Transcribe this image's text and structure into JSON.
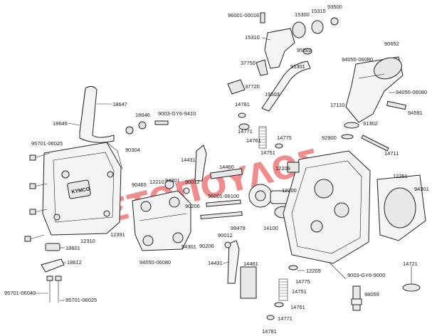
{
  "watermark": "ΚΟΣΤΟΠΟΥΛΟΣ",
  "logo_text": "KYMCO",
  "colors": {
    "watermark": "#e53030",
    "line": "#222222",
    "background": "#ffffff"
  },
  "labels": {
    "l96001_00016": "96001-00016",
    "l15300": "15300",
    "l15315": "15315",
    "l93500": "93500",
    "l15310": "15310",
    "l95002": "95002",
    "l90652": "90652",
    "l94050_06080a": "94050-06080",
    "l37750": "37750",
    "l91301": "91301",
    "l37720": "37720",
    "l19503": "19503",
    "l94050_06080b": "94050-06080",
    "l18647": "18647",
    "l17110": "17110",
    "l94591": "94591",
    "l18646": "18646",
    "l18645": "18645",
    "l9003_gy6_9410": "9003-GY6-9410",
    "l14781a": "14781",
    "l14771a": "14771",
    "l14761a": "14761",
    "l14775a": "14775",
    "l14751a": "14751",
    "l91302": "91302",
    "l92900": "92900",
    "l95701_06025a": "95701-06025",
    "l90304": "90304",
    "l14431a": "14431",
    "l14460": "14460",
    "l12209a": "12209",
    "l14711": "14711",
    "l12251": "12251",
    "l12210": "12210",
    "l94301a": "94301",
    "l90465": "90465",
    "l90012a": "90012",
    "l90206": "90206",
    "l96001_06100": "96001-06100",
    "l12200": "12200",
    "l94301b": "94301",
    "l99478": "99478",
    "l14100": "14100",
    "l12391": "12391",
    "l12310": "12310",
    "l18601": "18601",
    "l94301c": "94301",
    "l94050_06080c": "94050-06080",
    "l90012b": "90012",
    "l90206b": "90206",
    "l14431b": "14431",
    "l14461": "14461",
    "l12209b": "12209",
    "l14775b": "14775",
    "l9003_gy6_9000": "9003-GY6-9000",
    "l14721": "14721",
    "l18612": "18612",
    "l14751b": "14751",
    "l98059": "98059",
    "l95701_06040": "95701-06040",
    "l95701_06025b": "95701-06025",
    "l14761b": "14761",
    "l14771b": "14771",
    "l14781b": "14781"
  }
}
